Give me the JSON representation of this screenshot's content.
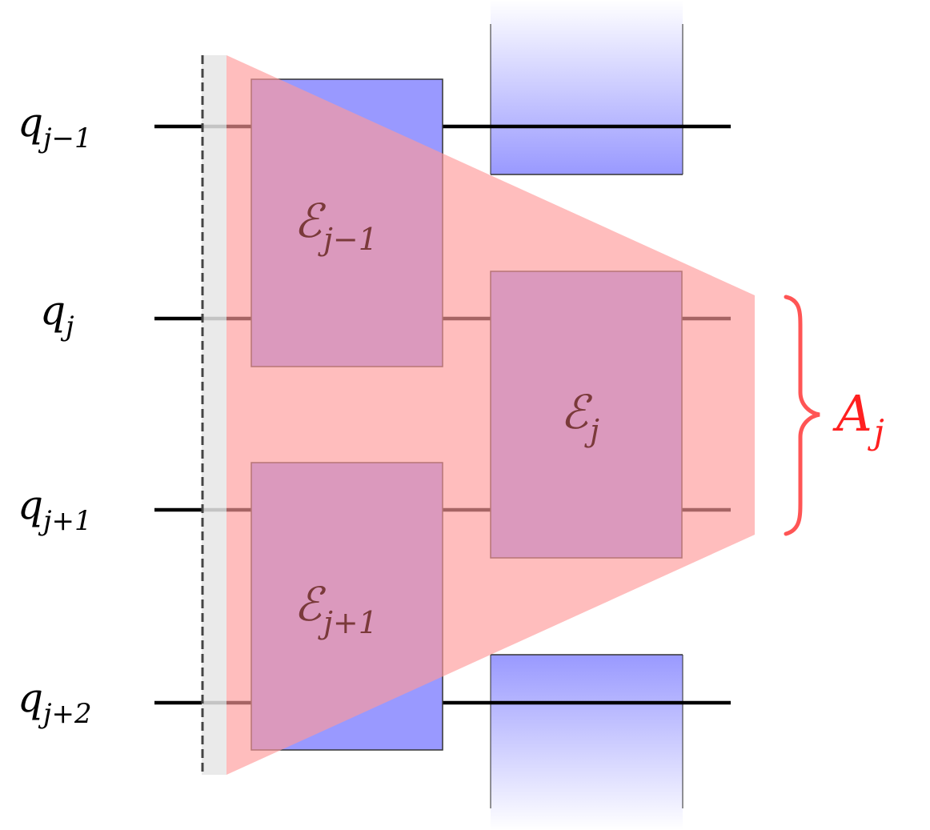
{
  "qubits": [
    {
      "base": "q",
      "sub": "j−1"
    },
    {
      "base": "q",
      "sub": "j"
    },
    {
      "base": "q",
      "sub": "j+1"
    },
    {
      "base": "q",
      "sub": "j+2"
    }
  ],
  "gates": [
    {
      "base": "ℰ",
      "sub": "j−1"
    },
    {
      "base": "ℰ",
      "sub": "j"
    },
    {
      "base": "ℰ",
      "sub": "j+1"
    }
  ],
  "region_label": {
    "base": "A",
    "sub": "j"
  },
  "colors": {
    "gate_blue": "#9999ff",
    "gate_overlay": "#cc88bb",
    "region_red": "#ffbbbb",
    "label_red": "#ff2020",
    "brace_red": "#ff5555",
    "wire": "#000000",
    "wire_in_region": "#7a3a3a",
    "gate_text": "#7a3a3a"
  }
}
